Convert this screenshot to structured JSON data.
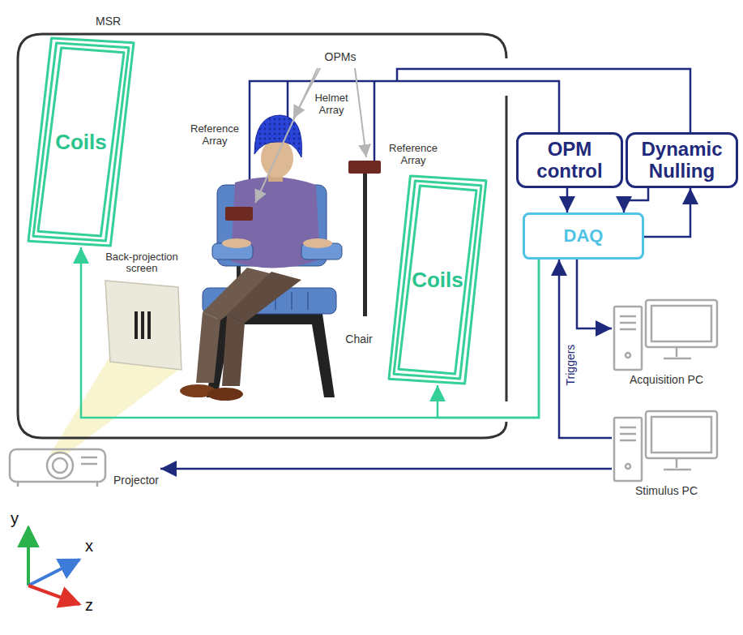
{
  "diagram": {
    "nodes": [
      {
        "text": [
          "MSR"
        ]
      },
      {
        "text": [
          "Coils"
        ],
        "in": 0
      },
      {
        "text": [
          "Back-projection screen"
        ],
        "in": 0
      },
      {
        "text": [
          "Coils"
        ],
        "in": 0
      },
      {
        "text": [
          "OPM control"
        ]
      },
      {
        "text": [
          "Dynamic Nulling"
        ]
      },
      {
        "text": [
          "DAQ"
        ]
      },
      {
        "text": [
          "Acquisition PC"
        ]
      },
      {
        "text": [
          "Stimulus PC"
        ]
      },
      {
        "text": [
          "Projector"
        ]
      }
    ],
    "edges": [
      {
        "from": 4,
        "to": 6,
        "arrow": "to"
      },
      {
        "from": 5,
        "to": 6,
        "arrow": "to"
      },
      {
        "from": 6,
        "to": 5,
        "arrow": "to"
      },
      {
        "from": 6,
        "to": 7,
        "arrow": "to"
      },
      {
        "from": 8,
        "to": 6,
        "label": "Triggers",
        "arrow": "to"
      },
      {
        "from": 8,
        "to": 9,
        "arrow": "to"
      },
      {
        "from": 6,
        "to": 1,
        "arrow": "to"
      },
      {
        "from": 6,
        "to": 3,
        "arrow": "to"
      }
    ],
    "labels": [
      "OPMs",
      "Reference Array",
      "Helmet Array",
      "Reference Array",
      "Chair",
      "y",
      "x",
      "z"
    ]
  }
}
